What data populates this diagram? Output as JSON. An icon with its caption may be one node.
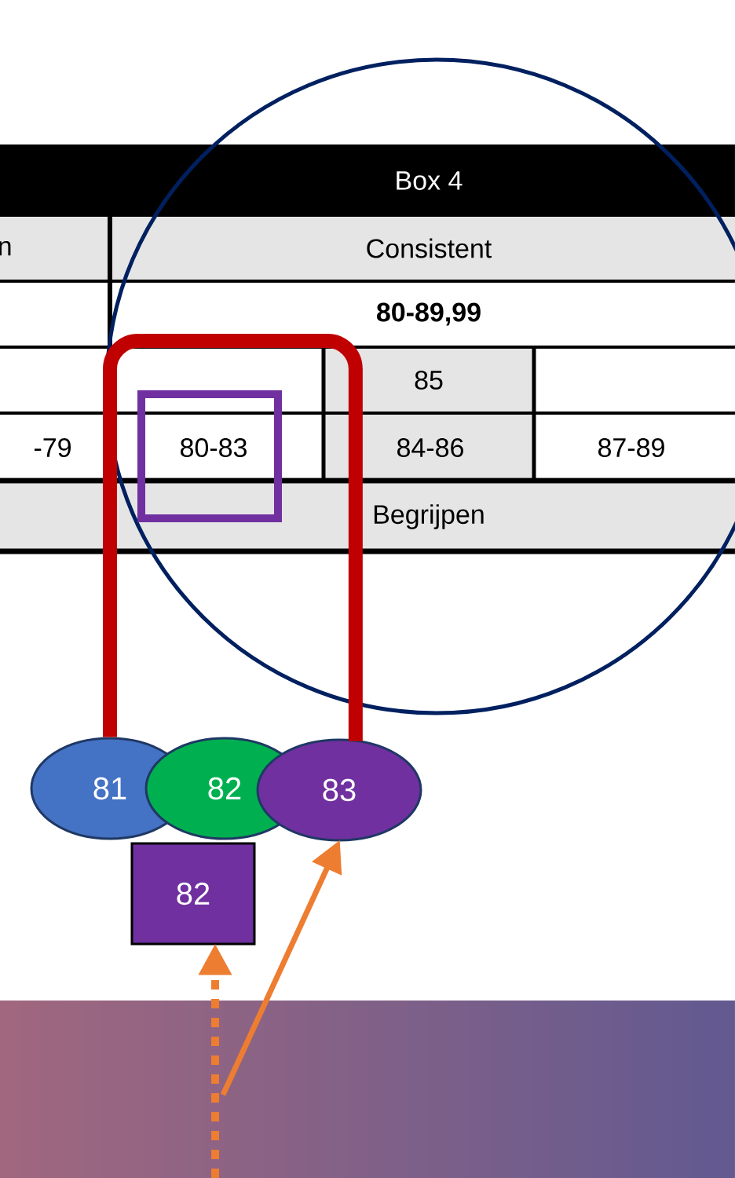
{
  "diagram": {
    "nodes": [
      {
        "text": [
          "81"
        ]
      },
      {
        "text": [
          "82"
        ]
      },
      {
        "text": [
          "83"
        ]
      },
      {
        "text": [
          "82"
        ]
      }
    ],
    "edges": [
      {
        "from": null,
        "to": 3,
        "arrow": "to",
        "style": "dashed",
        "color": "#ed7d31"
      },
      {
        "from": null,
        "to": 2,
        "arrow": "to",
        "color": "#ed7d31"
      },
      {
        "from": 0,
        "to": 2,
        "arrow": "none",
        "style": "thick",
        "color": "#c00000"
      }
    ],
    "labels": [
      "Box 4",
      "n",
      "Consistent",
      "80-89,99",
      "85",
      "-79",
      "80-83",
      "84-86",
      "87-89",
      "Begrijpen"
    ]
  }
}
